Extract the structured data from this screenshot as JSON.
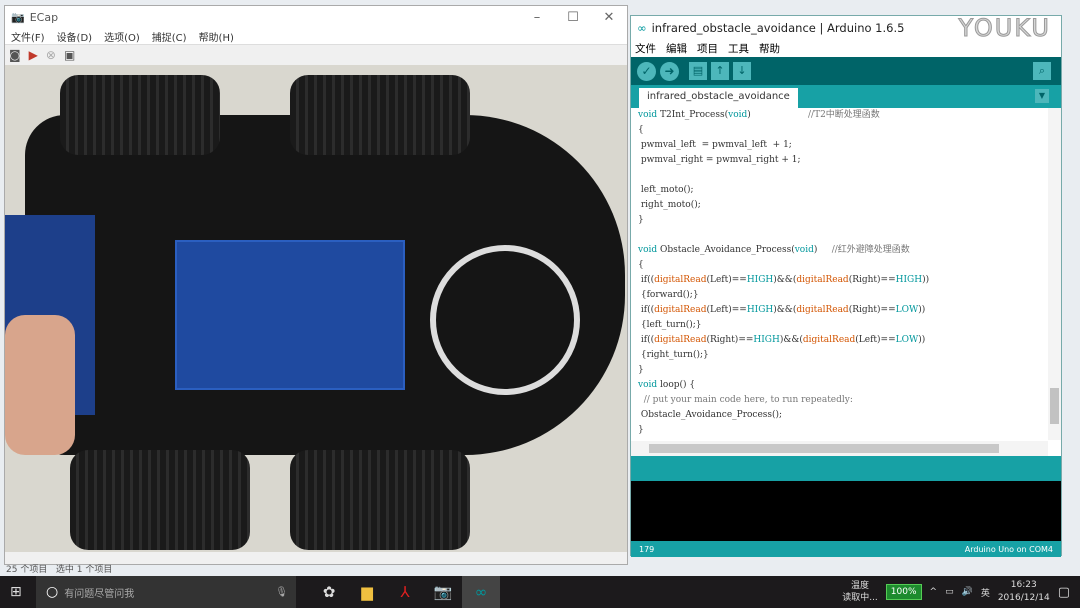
{
  "ecap": {
    "title": "ECap",
    "menu": [
      "文件(F)",
      "设备(D)",
      "选项(O)",
      "捕捉(C)",
      "帮助(H)"
    ],
    "status": [
      "25 个项目",
      "选中 1 个项目"
    ]
  },
  "arduino": {
    "title": "infrared_obstacle_avoidance | Arduino 1.6.5",
    "menu": [
      "文件",
      "编辑",
      "项目",
      "工具",
      "帮助"
    ],
    "tab": "infrared_obstacle_avoidance",
    "line_number": "179",
    "board": "Arduino Uno on COM4",
    "watermark": "YOUKU",
    "code": [
      [
        [
          "void",
          "kw"
        ],
        [
          " T2Int_Process(",
          ""
        ],
        [
          "void",
          "kw"
        ],
        [
          ")                    ",
          ""
        ],
        [
          "//T2中断处理函数",
          "cm"
        ]
      ],
      [
        [
          "{",
          ""
        ]
      ],
      [
        [
          " pwmval_left  = pwmval_left  + 1;",
          ""
        ]
      ],
      [
        [
          " pwmval_right = pwmval_right + 1;",
          ""
        ]
      ],
      [
        [
          "",
          ""
        ]
      ],
      [
        [
          " left_moto();",
          ""
        ]
      ],
      [
        [
          " right_moto();",
          ""
        ]
      ],
      [
        [
          "}",
          ""
        ]
      ],
      [
        [
          "",
          ""
        ]
      ],
      [
        [
          "void",
          "kw"
        ],
        [
          " Obstacle_Avoidance_Process(",
          ""
        ],
        [
          "void",
          "kw"
        ],
        [
          ")     ",
          ""
        ],
        [
          "//红外避障处理函数",
          "cm"
        ]
      ],
      [
        [
          "{",
          ""
        ]
      ],
      [
        [
          " if((",
          ""
        ],
        [
          "digitalRead",
          "fn"
        ],
        [
          "(Left)==",
          ""
        ],
        [
          "HIGH",
          "kw"
        ],
        [
          ")&&(",
          ""
        ],
        [
          "digitalRead",
          "fn"
        ],
        [
          "(Right)==",
          ""
        ],
        [
          "HIGH",
          "kw"
        ],
        [
          "))",
          ""
        ]
      ],
      [
        [
          " {forward();}",
          ""
        ]
      ],
      [
        [
          " if((",
          ""
        ],
        [
          "digitalRead",
          "fn"
        ],
        [
          "(Left)==",
          ""
        ],
        [
          "HIGH",
          "kw"
        ],
        [
          ")&&(",
          ""
        ],
        [
          "digitalRead",
          "fn"
        ],
        [
          "(Right)==",
          ""
        ],
        [
          "LOW",
          "kw"
        ],
        [
          "))",
          ""
        ]
      ],
      [
        [
          " {left_turn();}",
          ""
        ]
      ],
      [
        [
          " if((",
          ""
        ],
        [
          "digitalRead",
          "fn"
        ],
        [
          "(Right)==",
          ""
        ],
        [
          "HIGH",
          "kw"
        ],
        [
          ")&&(",
          ""
        ],
        [
          "digitalRead",
          "fn"
        ],
        [
          "(Left)==",
          ""
        ],
        [
          "LOW",
          "kw"
        ],
        [
          "))",
          ""
        ]
      ],
      [
        [
          " {right_turn();}",
          ""
        ]
      ],
      [
        [
          "}",
          ""
        ]
      ],
      [
        [
          "void",
          "kw"
        ],
        [
          " loop() {",
          ""
        ]
      ],
      [
        [
          "  // put your main code here, to run repeatedly:",
          "cm"
        ]
      ],
      [
        [
          " Obstacle_Avoidance_Process();",
          ""
        ]
      ],
      [
        [
          "}",
          ""
        ]
      ]
    ]
  },
  "taskbar": {
    "search_placeholder": "有问题尽管问我",
    "tray_temp": "温度",
    "tray_reading": "读取中...",
    "battery": "100%",
    "ime": "英",
    "time": "16:23",
    "date": "2016/12/14"
  }
}
